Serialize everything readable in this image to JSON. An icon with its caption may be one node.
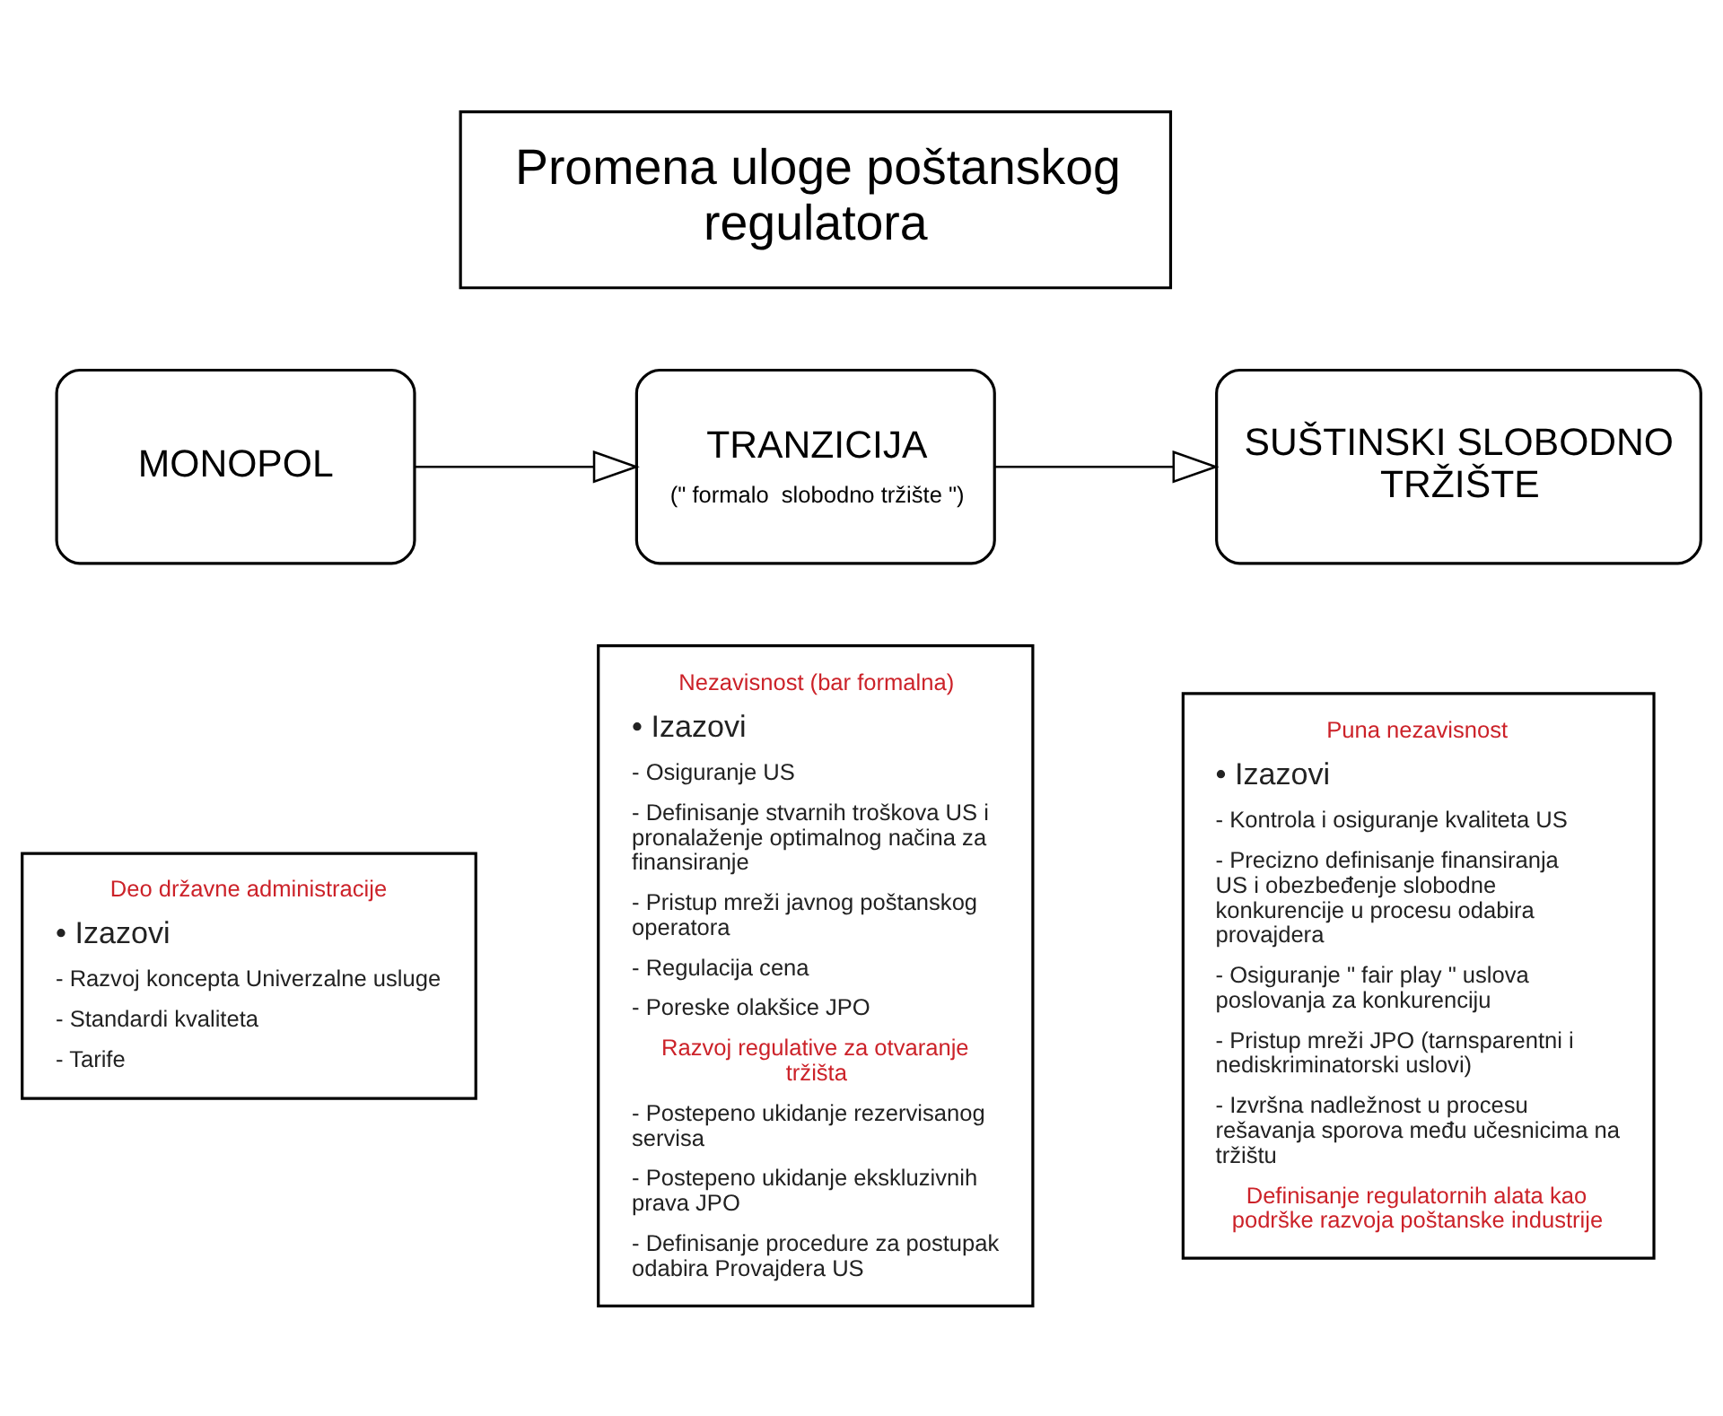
{
  "diagram": {
    "nodes": [
      {
        "text": [
          "Promena uloge poštanskog regulatora"
        ]
      },
      {
        "text": [
          "MONOPOL"
        ]
      },
      {
        "text": [
          "TRANZICIJA",
          "(\" formalo  slobodno tržište \")"
        ]
      },
      {
        "text": [
          "SUŠTINSKI SLOBODNO TRŽIŠTE"
        ]
      },
      {
        "text": [
          "Deo državne administracije",
          "• Izazovi",
          "- Razvoj koncepta Univerzalne usluge",
          "- Standardi kvaliteta",
          "- Tarife"
        ]
      },
      {
        "text": [
          "Nezavisnost (bar formalna)",
          "• Izazovi",
          "- Osiguranje US",
          "- Definisanje stvarnih troškova US i pronalaženje optimalnog načina za finansiranje",
          "- Pristup mreži javnog poštanskog operatora",
          "- Regulacija cena",
          "- Poreske olakšice JPO",
          "Razvoj regulative za otvaranje tržišta",
          "- Postepeno ukidanje rezervisanog servisa",
          "- Postepeno ukidanje ekskluzivnih prava JPO",
          "- Definisanje procedure za postupak odabira Provajdera US"
        ]
      },
      {
        "text": [
          "Puna nezavisnost",
          "• Izazovi",
          "- Kontrola i osiguranje kvaliteta US",
          "- Precizno definisanje finansiranja US i obezbeđenje slobodne konkurencije u procesu odabira provajdera",
          "- Osiguranje \" fair play \" uslova poslovanja za konkurenciju",
          "- Pristup mreži JPO (tarnsparentni i nediskriminatorski uslovi)",
          "- Izvršna nadležnost u procesu rešavanja sporova među učesnicima na tržištu",
          "Definisanje regulatornih alata kao podrške razvoja poštanske industrije"
        ]
      }
    ],
    "edges": [
      {
        "from": 1,
        "to": 2,
        "arrow": "to"
      },
      {
        "from": 2,
        "to": 3,
        "arrow": "to"
      }
    ]
  }
}
